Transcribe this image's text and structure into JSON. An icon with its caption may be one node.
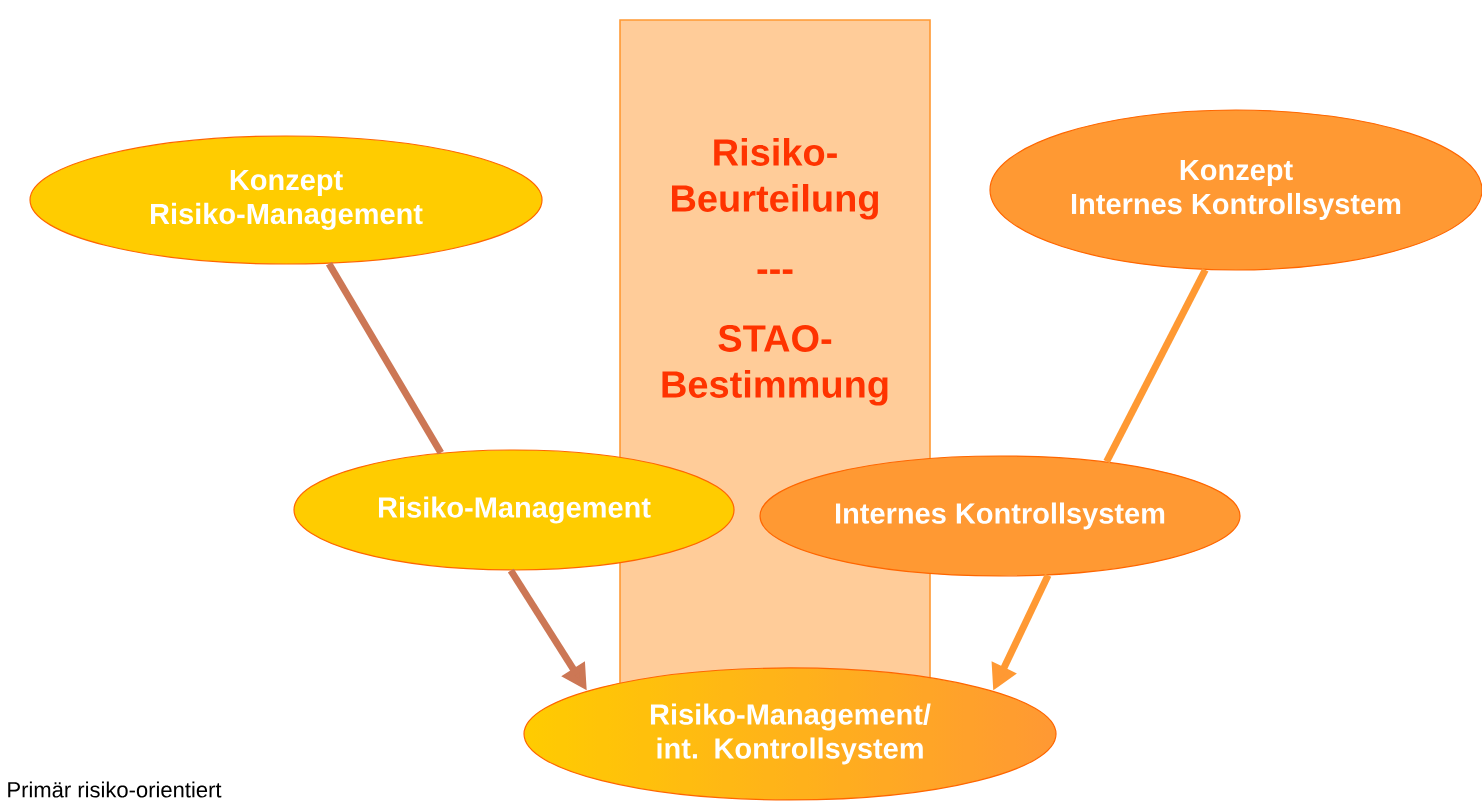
{
  "diagram": {
    "nodes": [
      {
        "text": [
          "Risiko-Beurteilung",
          "---",
          "STAO-Bestimmung"
        ]
      },
      {
        "text": [
          "Konzept",
          "Risiko-Management"
        ]
      },
      {
        "text": [
          "Konzept",
          "Internes Kontrollsystem"
        ]
      },
      {
        "text": [
          "Risiko-Management"
        ]
      },
      {
        "text": [
          "Internes Kontrollsystem"
        ]
      },
      {
        "text": [
          "Risiko-Management/ int. Kontrollsystem"
        ]
      }
    ],
    "edges": [
      {
        "from": 1,
        "to": 3,
        "arrow": "none",
        "color": "#cc7755"
      },
      {
        "from": 3,
        "to": 5,
        "arrow": "to",
        "color": "#cc7755"
      },
      {
        "from": 2,
        "to": 4,
        "arrow": "none",
        "color": "#ff9933"
      },
      {
        "from": 4,
        "to": 5,
        "arrow": "to",
        "color": "#ff9933"
      }
    ],
    "labels": [
      "Primär risiko-orientiert"
    ]
  }
}
